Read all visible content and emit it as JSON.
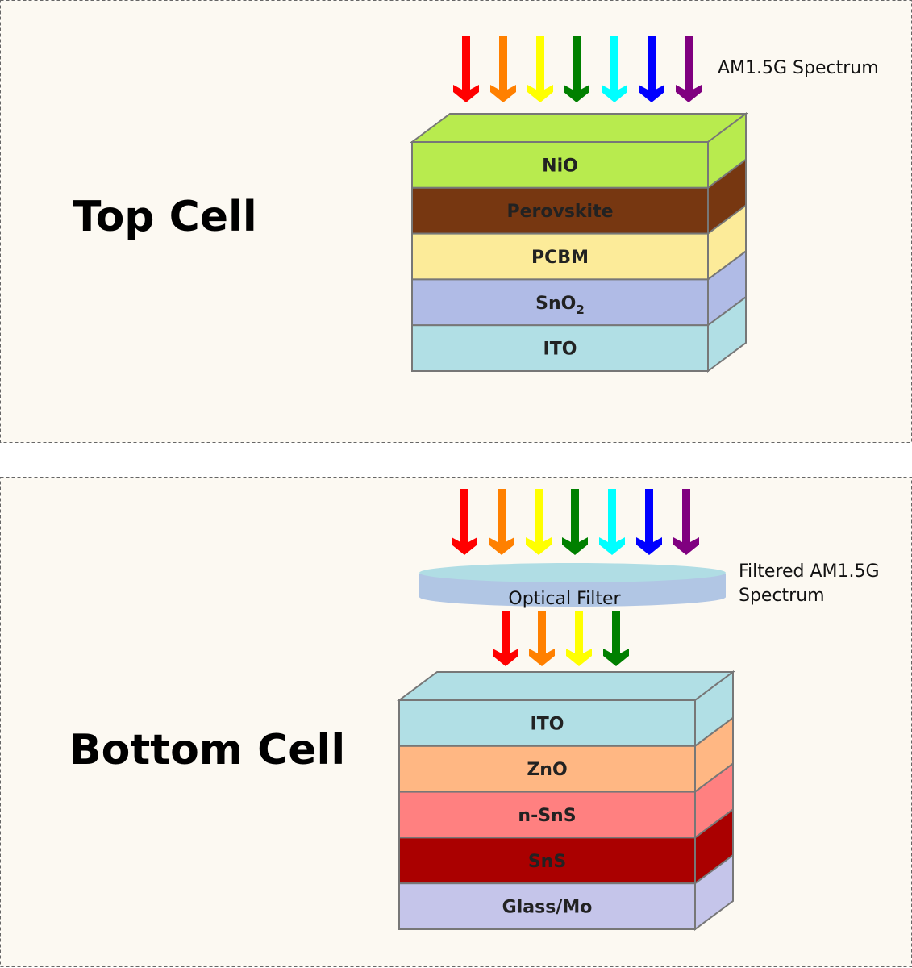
{
  "top_panel": {
    "title": "Top Cell",
    "spectrum_label": "AM1.5G Spectrum",
    "arrow_colors": [
      "#ff0000",
      "#ff8000",
      "#ffff00",
      "#008000",
      "#00ffff",
      "#0000ff",
      "#800080"
    ],
    "layers": [
      {
        "name": "NiO",
        "color": "#b8eb4e"
      },
      {
        "name": "Perovskite",
        "color": "#773711"
      },
      {
        "name": "PCBM",
        "color": "#fceb99"
      },
      {
        "name": "SnO",
        "sub": "2",
        "color": "#b0bbe6"
      },
      {
        "name": "ITO",
        "color": "#b1dfe5"
      }
    ]
  },
  "bottom_panel": {
    "title": "Bottom Cell",
    "spectrum_label_line1": "Filtered AM1.5G",
    "spectrum_label_line2": "Spectrum",
    "filter_label": "Optical Filter",
    "arrow_colors": [
      "#ff0000",
      "#ff8000",
      "#ffff00",
      "#008000",
      "#00ffff",
      "#0000ff",
      "#800080"
    ],
    "filtered_arrow_colors": [
      "#ff0000",
      "#ff8000",
      "#ffff00",
      "#008000"
    ],
    "layers": [
      {
        "name": "ITO",
        "color": "#b1dfe5"
      },
      {
        "name": "ZnO",
        "color": "#ffb783"
      },
      {
        "name": "n-SnS",
        "color": "#ff8080"
      },
      {
        "name": "SnS",
        "color": "#aa0000"
      },
      {
        "name": "Glass/Mo",
        "color": "#c5c5ea"
      }
    ]
  },
  "colors": {
    "background": "#fcf9f2",
    "border": "#777777",
    "filter_top": "#b0dde4",
    "filter_side": "#b1c6e4"
  }
}
